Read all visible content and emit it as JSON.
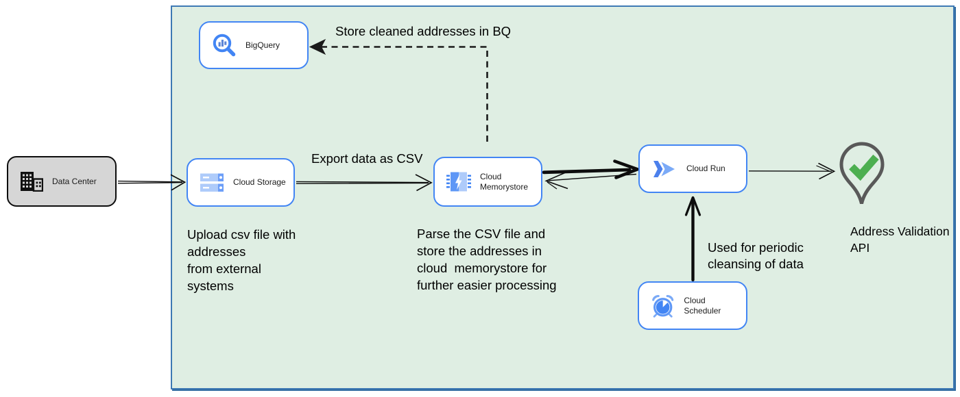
{
  "diagram": {
    "nodes": {
      "data_center": {
        "label": "Data Center",
        "icon": "building-icon"
      },
      "bigquery": {
        "label": "BigQuery",
        "icon": "bigquery-icon"
      },
      "cloud_storage": {
        "label": "Cloud Storage",
        "icon": "cloud-storage-icon"
      },
      "cloud_memorystore": {
        "label": "Cloud Memorystore",
        "icon": "memorystore-icon"
      },
      "cloud_run": {
        "label": "Cloud Run",
        "icon": "cloud-run-icon"
      },
      "cloud_scheduler": {
        "label": "Cloud Scheduler",
        "icon": "cloud-scheduler-icon"
      },
      "address_validation": {
        "label": "Address Validation\nAPI",
        "icon": "map-pin-check-icon"
      }
    },
    "annotations": {
      "store_bq": "Store cleaned addresses in BQ",
      "export_csv": "Export data as CSV",
      "upload_note": "Upload csv file with\naddresses\nfrom external\nsystems",
      "parse_note": "Parse the CSV file and\nstore the addresses in\ncloud  memorystore for\nfurther easier processing",
      "periodic_note": "Used for periodic\ncleansing of data"
    },
    "colors": {
      "boundary_fill": "#dfeee3",
      "boundary_border": "#3e79b4",
      "node_border": "#4285f4",
      "node_fill": "#ffffff",
      "data_center_fill": "#d6d6d6",
      "icon_blue": "#4285f4",
      "icon_light_blue": "#aecbfa",
      "arrow": "#0d0d0d",
      "check_green": "#4caf50",
      "pin_outline": "#595959"
    }
  }
}
